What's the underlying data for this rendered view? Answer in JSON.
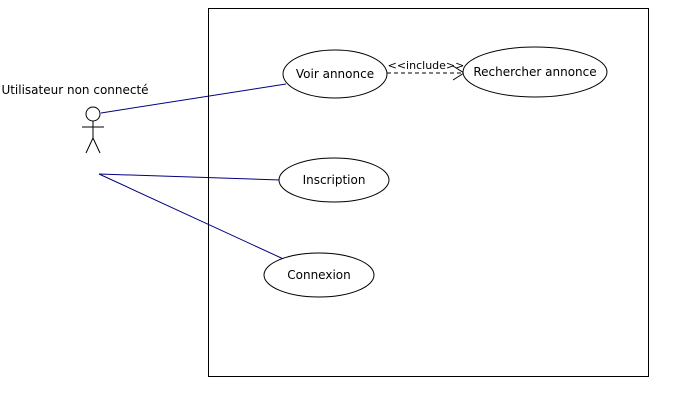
{
  "diagram": {
    "type": "uml-use-case",
    "actor": {
      "label": "Utilisateur non connecté"
    },
    "use_cases": [
      {
        "id": "voir",
        "label": "Voir annonce"
      },
      {
        "id": "rechercher",
        "label": "Rechercher annonce"
      },
      {
        "id": "inscription",
        "label": "Inscription"
      },
      {
        "id": "connexion",
        "label": "Connexion"
      }
    ],
    "relations": {
      "include_label": "<<include>>"
    },
    "colors": {
      "association": "#00007f",
      "outline": "#000000",
      "background": "#ffffff"
    }
  }
}
